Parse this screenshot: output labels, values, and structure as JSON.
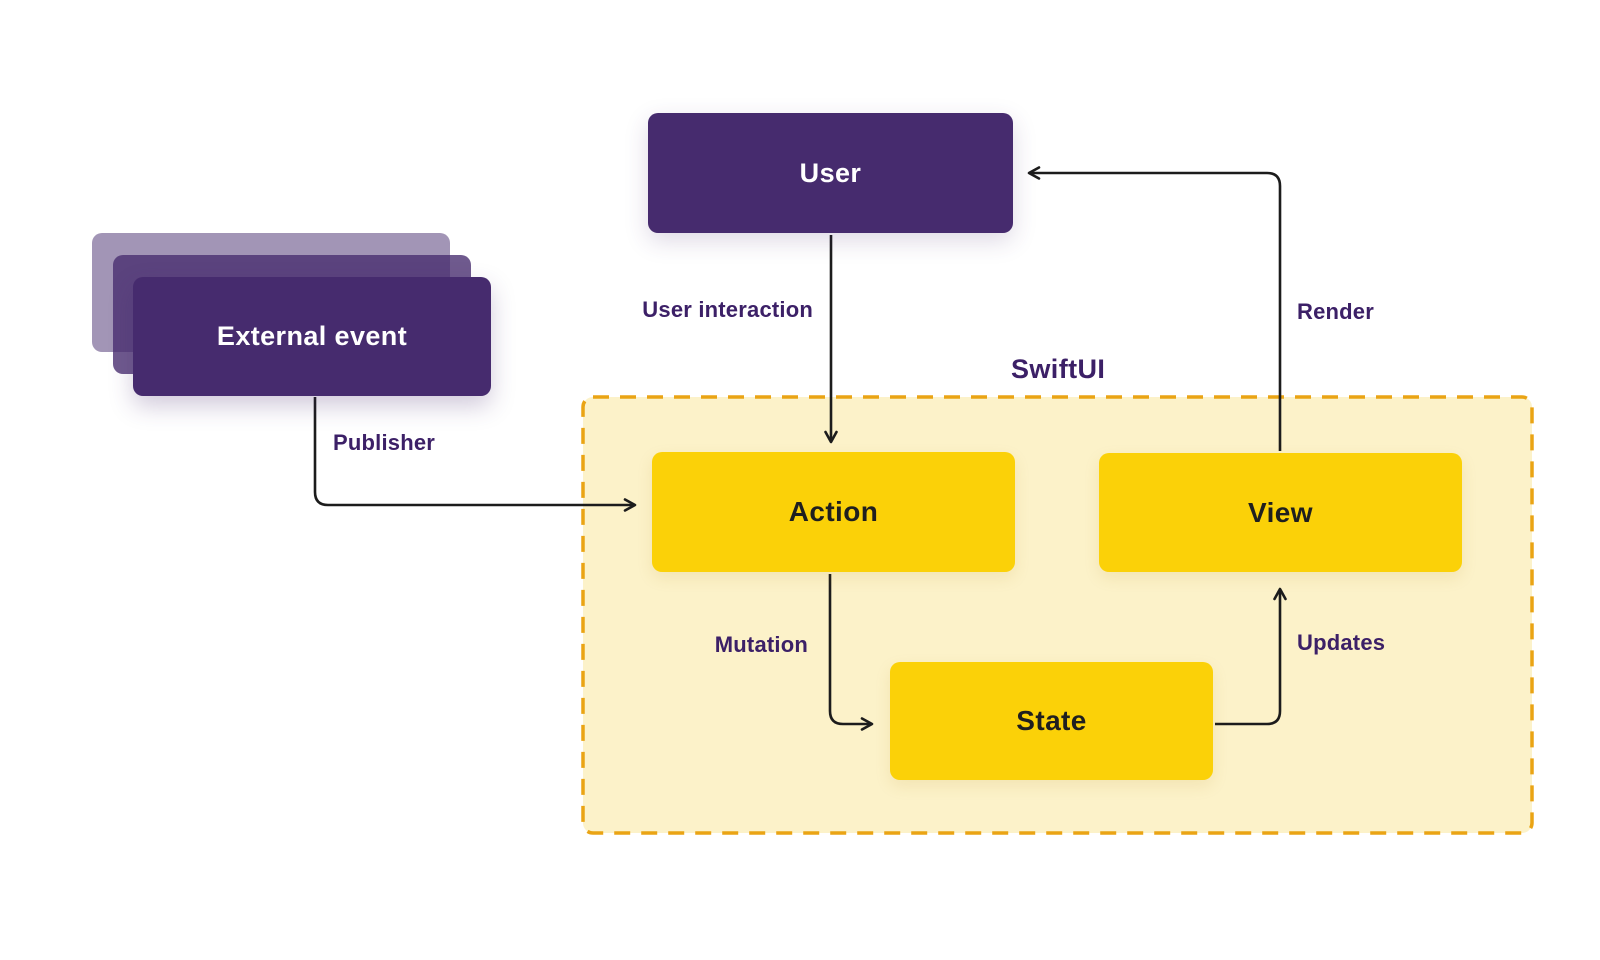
{
  "theme": {
    "bg": "#FFFFFF",
    "purple": "#462B6E",
    "label_purple": "#3C2067",
    "yellow": "#FBD108",
    "container_fill": "#FCF2C9",
    "container_dash": "#EAA414",
    "arrow": "#1C1C1C",
    "yellow_box_text": "#1F1F1F",
    "purple_box_text": "#FFFFFF"
  },
  "container": {
    "label": "SwiftUI"
  },
  "nodes": {
    "user": {
      "label": "User"
    },
    "external_event": {
      "label": "External event"
    },
    "action": {
      "label": "Action"
    },
    "view": {
      "label": "View"
    },
    "state": {
      "label": "State"
    }
  },
  "edges": {
    "user_interaction": {
      "label": "User interaction",
      "from": "User",
      "to": "Action"
    },
    "render": {
      "label": "Render",
      "from": "View",
      "to": "User"
    },
    "publisher": {
      "label": "Publisher",
      "from": "External event",
      "to": "Action"
    },
    "mutation": {
      "label": "Mutation",
      "from": "Action",
      "to": "State"
    },
    "updates": {
      "label": "Updates",
      "from": "State",
      "to": "View"
    }
  }
}
